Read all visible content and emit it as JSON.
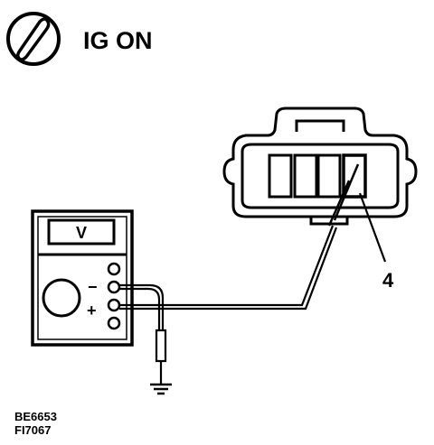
{
  "header": {
    "ignition_icon": "ignition-key-icon",
    "status_text": "IG ON"
  },
  "meter": {
    "display_unit": "V",
    "minus_sign": "−",
    "plus_sign": "+"
  },
  "connector": {
    "pin_callout": "4"
  },
  "ground_icon": "ground-symbol-icon",
  "footer": {
    "code_1": "BE6653",
    "code_2": "FI7067"
  },
  "colors": {
    "ink": "#000000",
    "paper": "#ffffff"
  }
}
